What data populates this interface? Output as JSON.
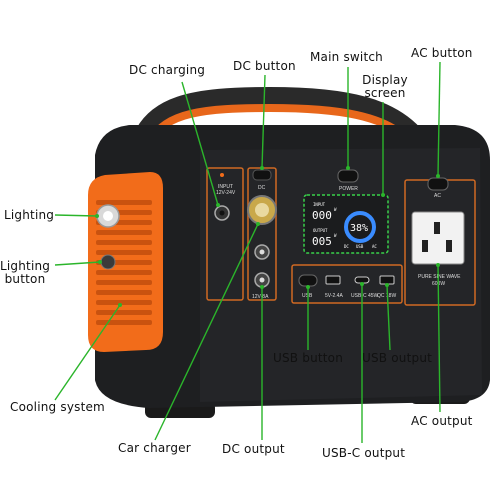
{
  "callouts": {
    "dc_charging": "DC charging",
    "dc_button": "DC button",
    "main_switch": "Main switch",
    "display_screen_line1": "Display",
    "display_screen_line2": "screen",
    "ac_button": "AC button",
    "lighting": "Lighting",
    "lighting_button_line1": "Lighting",
    "lighting_button_line2": "button",
    "cooling_system": "Cooling system",
    "car_charger": "Car charger",
    "dc_output": "DC output",
    "usb_button": "USB button",
    "usb_output": "USB output",
    "usb_c_output": "USB-C output",
    "ac_output": "AC output"
  },
  "device": {
    "input_label_1": "INPUT",
    "input_label_2": "12V-24V",
    "dc_label": "DC",
    "power_label": "POWER",
    "ac_label": "AC",
    "dc_port_label": "12V-8A",
    "usb_label": "USB",
    "usb_a_label": "5V-2.4A",
    "usb_c_label": "USB-C 45W",
    "qc_label": "QC 18W",
    "ac_sine_label_1": "PURE SINE WAVE",
    "ac_sine_label_2": "600W",
    "display": {
      "input_tag": "INPUT",
      "input_value": "000",
      "input_unit": "W",
      "output_tag": "OUTPUT",
      "output_value": "005",
      "output_unit": "W",
      "percent": "38%",
      "dc_tag": "DC",
      "usb_tag": "USB",
      "ac_tag": "AC"
    }
  },
  "colors": {
    "accent_orange": "#f26c1a",
    "body_dark": "#1e1f21",
    "panel": "#2a2b2e",
    "callout_line": "#2bb52b",
    "display_border": "#39d14a",
    "display_blue": "#3a8cff"
  }
}
